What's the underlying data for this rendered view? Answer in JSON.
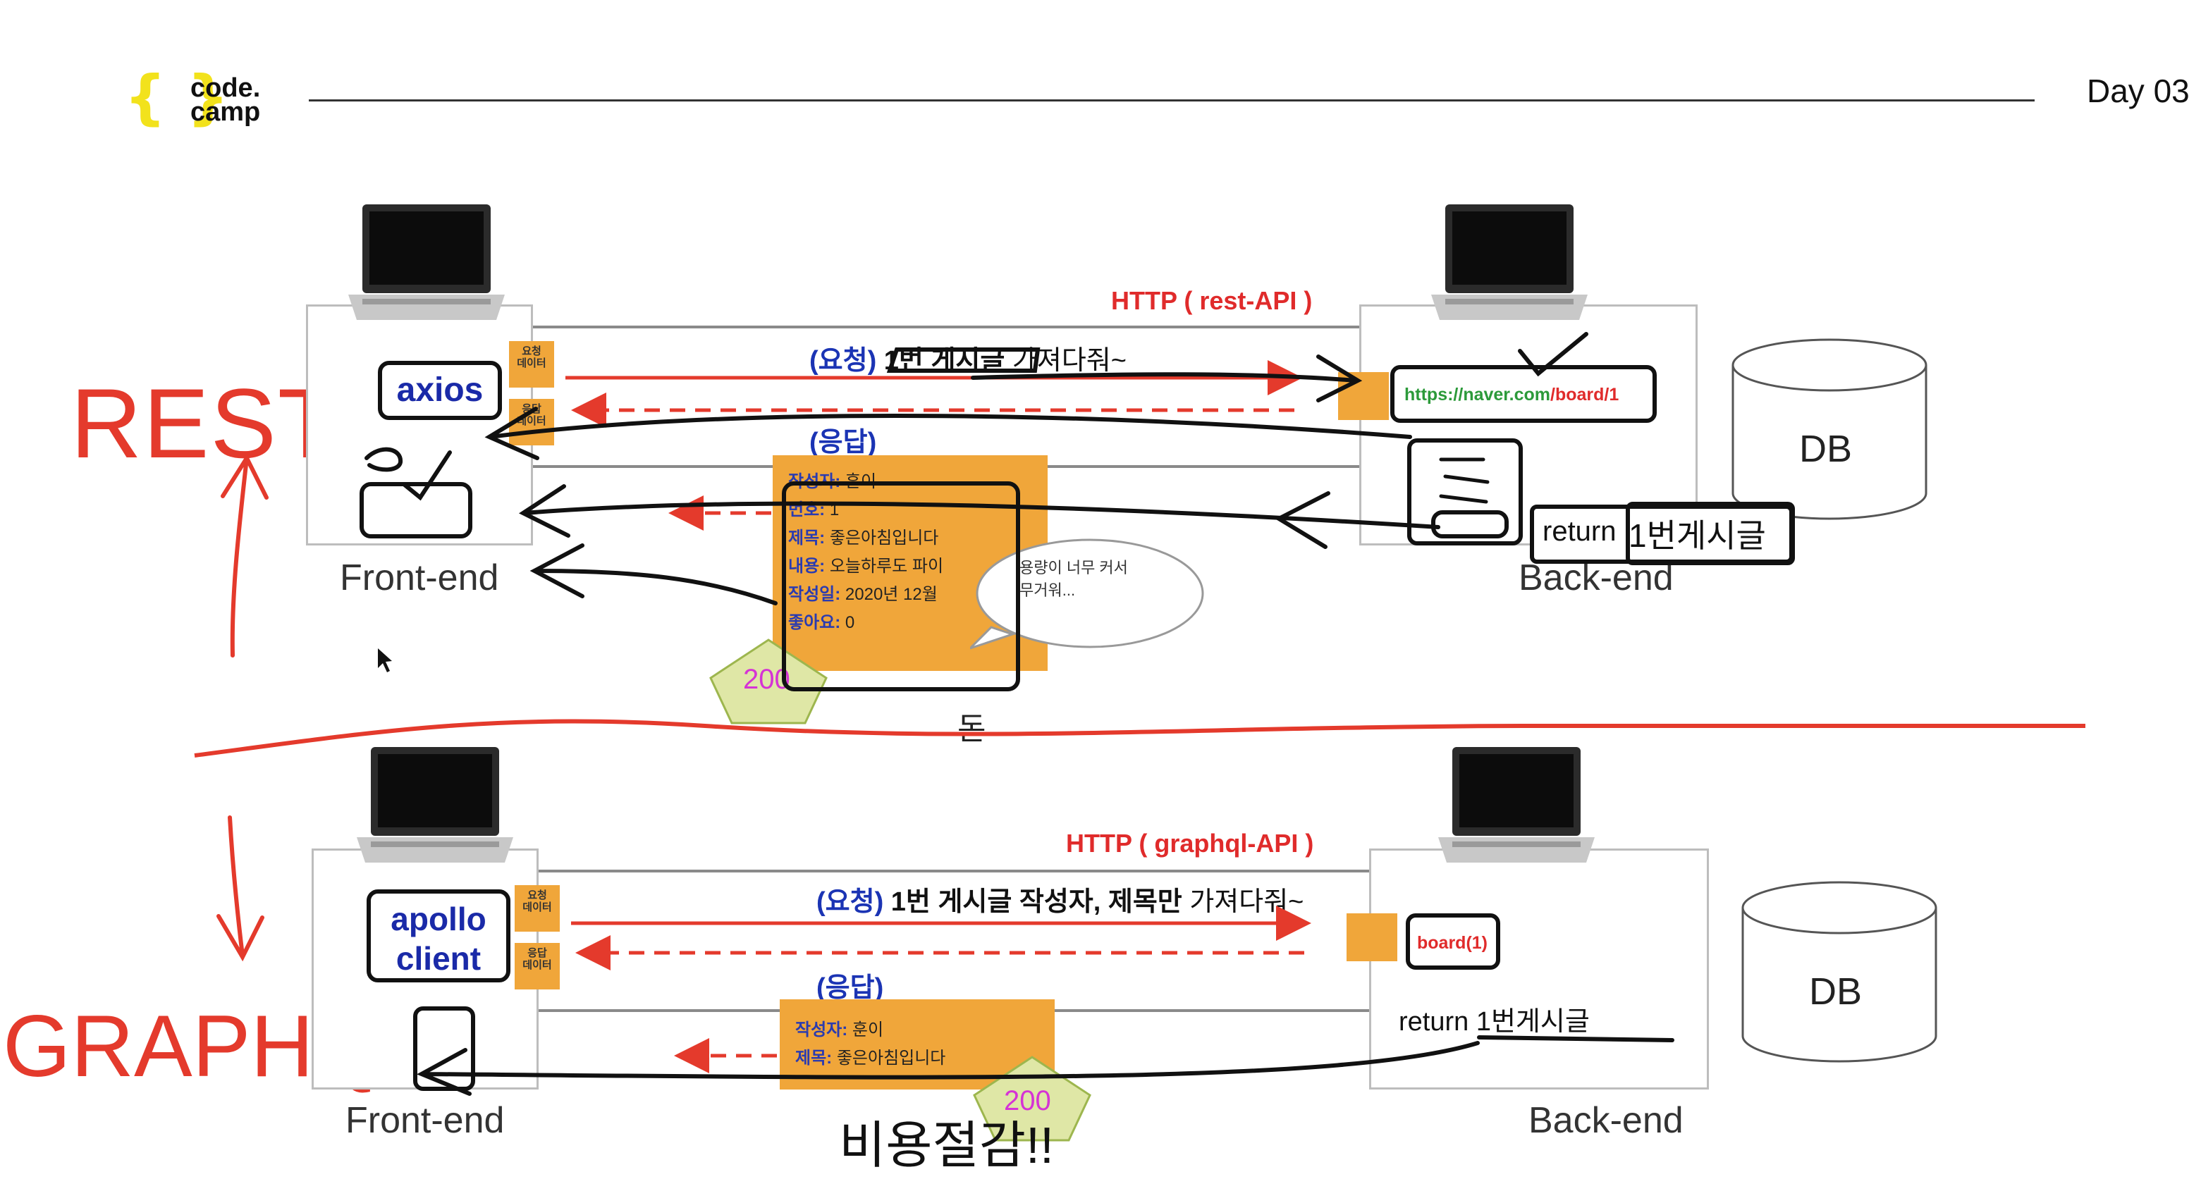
{
  "header": {
    "logo_line1": "code.",
    "logo_line2": "camp",
    "day": "Day 03"
  },
  "rest": {
    "side_label": "REST",
    "http_label": "HTTP ( rest-API )",
    "request": {
      "kw": "(요청)",
      "mid": "1번 게시글",
      "tail": "가져다줘~"
    },
    "response_label": "(응답)",
    "tag_request": "요청\n데이터",
    "tag_response": "응답\n데이터",
    "client_lib": "axios",
    "url_prefix": "https://naver.com",
    "url_path": "/board/1",
    "response_rows": [
      {
        "k": "작성자:",
        "v": "훈이"
      },
      {
        "k": "번호:",
        "v": "1"
      },
      {
        "k": "제목:",
        "v": "좋은아침입니다"
      },
      {
        "k": "내용:",
        "v": "오늘하루도 파이"
      },
      {
        "k": "작성일:",
        "v": "2020년 12월"
      },
      {
        "k": "좋아요:",
        "v": "0"
      }
    ],
    "bubble_text": "용량이 너무 커서\n무거워...",
    "status": "200",
    "frontend": "Front-end",
    "backend": "Back-end",
    "db": "DB",
    "return_text": "return",
    "return_hl": "1번게시글",
    "money": "돈"
  },
  "graphql": {
    "side_label": "GRAPHQL",
    "http_label": "HTTP ( graphql-API )",
    "request": {
      "kw": "(요청)",
      "mid": "1번 게시글 작성자, 제목만",
      "tail": "가져다줘~"
    },
    "response_label": "(응답)",
    "tag_request": "요청\n데이터",
    "tag_response": "응답\n데이터",
    "client_lib_1": "apollo",
    "client_lib_2": "client",
    "endpoint": "board(1)",
    "response_rows": [
      {
        "k": "작성자:",
        "v": "훈이"
      },
      {
        "k": "제목:",
        "v": "좋은아침입니다"
      }
    ],
    "status": "200",
    "frontend": "Front-end",
    "backend": "Back-end",
    "db": "DB",
    "return_text": "return 1번게시글",
    "savings": "비용절감!!"
  },
  "colors": {
    "accent_red": "#e43a2c",
    "box_orange": "#f0a63a",
    "kw_blue": "#1b34b4",
    "logo_yellow": "#f2e21c"
  }
}
